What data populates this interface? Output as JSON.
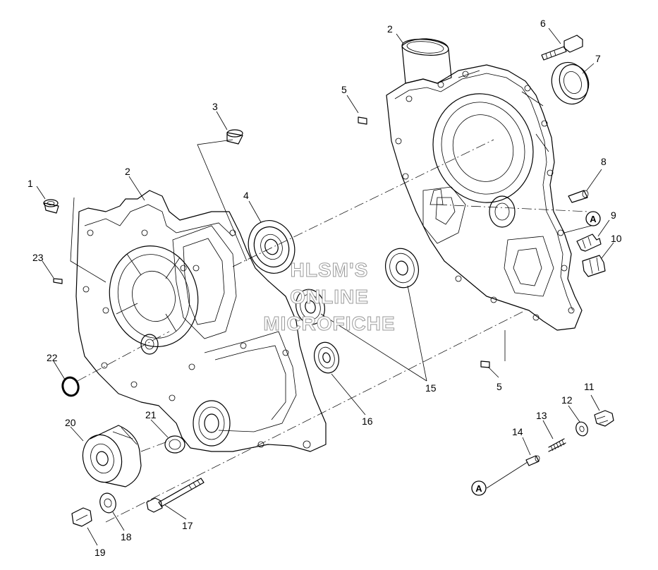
{
  "callouts": {
    "c1": "1",
    "c2a": "2",
    "c2b": "2",
    "c3": "3",
    "c4": "4",
    "c5a": "5",
    "c5b": "5",
    "c6": "6",
    "c7": "7",
    "c8": "8",
    "c9": "9",
    "c10": "10",
    "c11": "11",
    "c12": "12",
    "c13": "13",
    "c14": "14",
    "c15": "15",
    "c16": "16",
    "c17": "17",
    "c18": "18",
    "c19": "19",
    "c20": "20",
    "c21": "21",
    "c22": "22",
    "c23": "23"
  },
  "ref_markers": {
    "a_upper": "A",
    "a_lower": "A"
  },
  "watermark": {
    "line1": "HLSM'S",
    "line2": "ONLINE",
    "line3": "MICROFICHE"
  }
}
